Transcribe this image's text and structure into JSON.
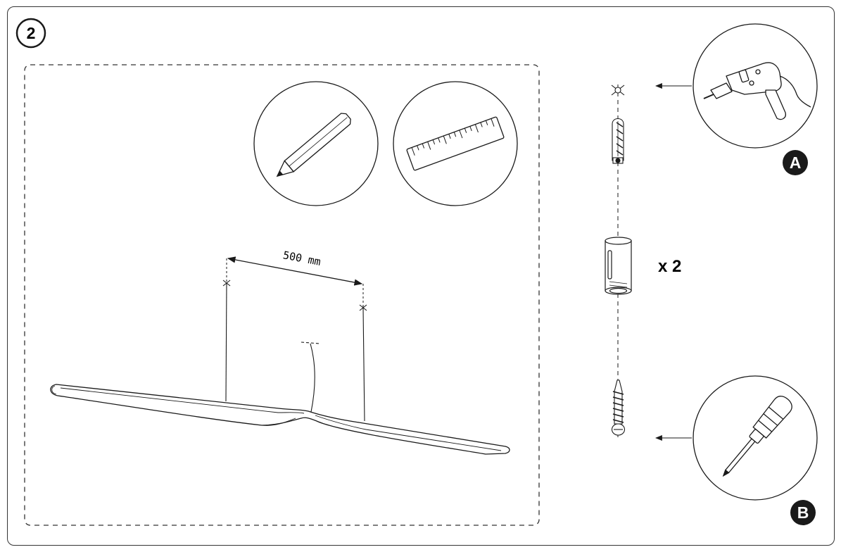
{
  "step": {
    "number": "2"
  },
  "dimension": {
    "label": "500 mm"
  },
  "fixing": {
    "quantity": "x 2"
  },
  "tools": [
    {
      "id": "A",
      "icon": "drill-icon"
    },
    {
      "id": "B",
      "icon": "screwdriver-icon"
    }
  ],
  "marking_tools": [
    {
      "icon": "pencil-icon"
    },
    {
      "icon": "ruler-icon"
    }
  ],
  "colors": {
    "line": "#1a1a1a",
    "badge": "#1a1a1a",
    "background": "#ffffff"
  }
}
